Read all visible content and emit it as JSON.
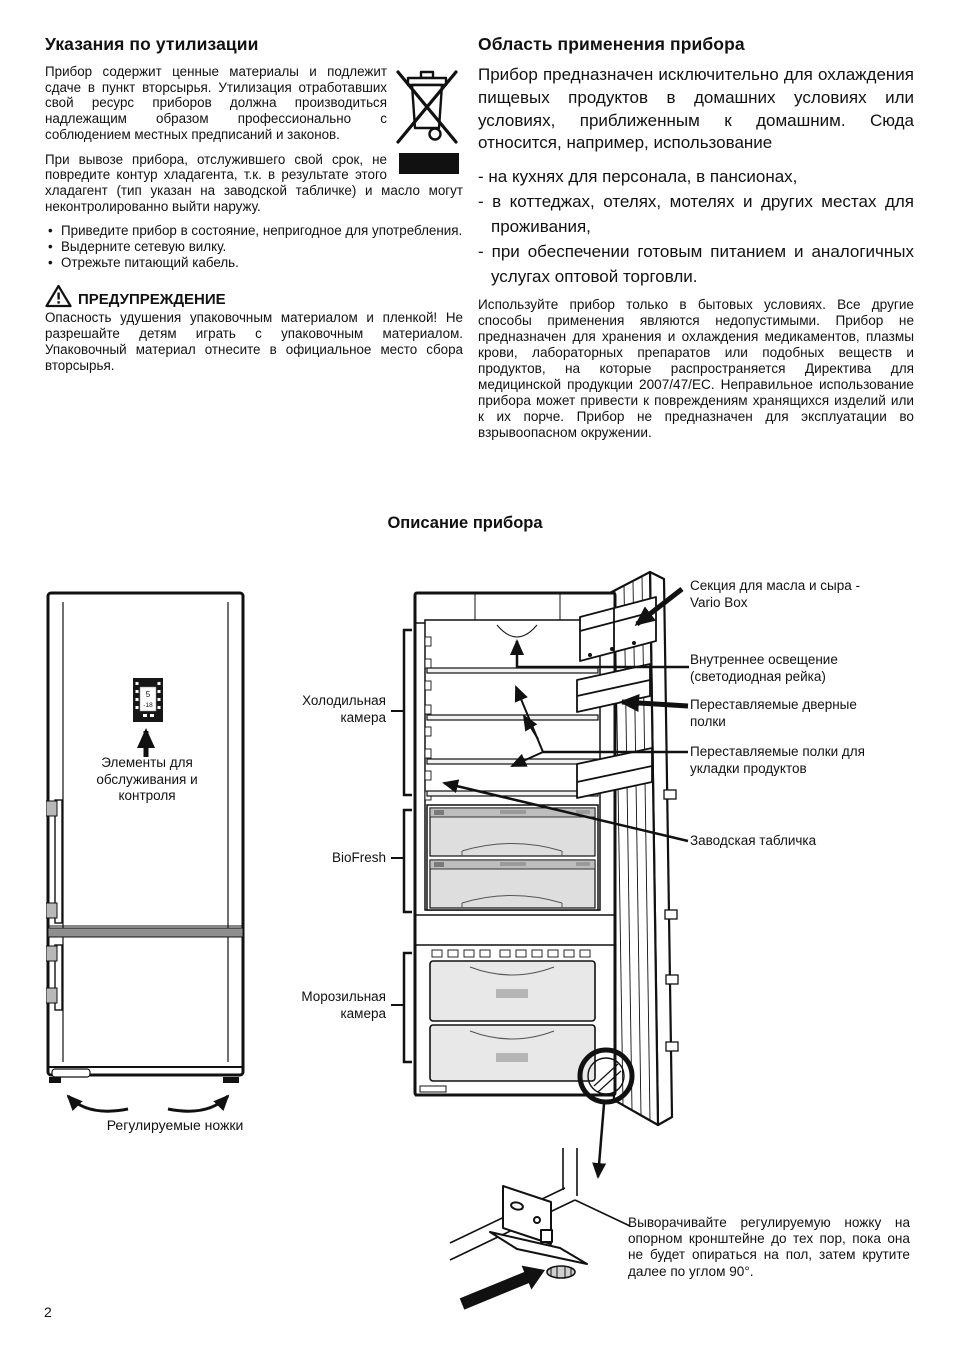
{
  "page": {
    "number": "2"
  },
  "left_column": {
    "heading": "Указания по утилизации",
    "p1": "Прибор содержит ценные материалы и подлежит сдаче в пункт вторсырья. Утилизация отработавших свой ресурс приборов должна производиться надлежащим образом профессионально с соблюдением местных предписаний и законов.",
    "p2": "При вывозе прибора, отслужившего свой срок, не повредите контур хладагента, т.к. в результате этого хладагент (тип указан на заводской табличке) и масло могут неконтролированно выйти наружу.",
    "bullets": [
      "Приведите прибор в состояние, непригодное для употребления.",
      "Выдерните сетевую вилку.",
      "Отрежьте питающий кабель."
    ],
    "warning_heading": "ПРЕДУПРЕЖДЕНИЕ",
    "warning_text": "Опасность удушения упаковочным материалом и пленкой! Не разрешайте детям играть с упаковочным материалом. Упаковочный материал отнесите в официальное место сбора вторсырья."
  },
  "right_column": {
    "heading": "Область применения прибора",
    "p1": "Прибор предназначен исключительно для охлаждения пищевых продуктов в домашних условиях или условиях, приближенным к домашним. Сюда относится, например, использование",
    "list": [
      "- на кухнях для персонала, в пансионах,",
      "- в коттеджах, отелях, мотелях и других местах для проживания,",
      "- при обеспечении готовым питанием и аналогичных услугах оптовой торговли."
    ],
    "p2": "Используйте прибор только в бытовых условиях. Все другие способы применения являются недопустимыми. Прибор не предназначен для хранения и охлаждения медикаментов, плазмы крови, лабораторных препаратов или подобных веществ и продуктов, на которые распространяется Директива для медицинской продукции 2007/47/EC. Неправильное использование прибора может привести к повреждениям хранящихся изделий или к их порче. Прибор не предназначен для эксплуатации во взрывоопасном окружении."
  },
  "diagram": {
    "title": "Описание прибора",
    "labels": {
      "vario_box": "Секция для масла и сыра - Vario Box",
      "interior_light": "Внутреннее освещение (светодиодная рейка)",
      "door_shelves": "Переставляемые дверные полки",
      "storage_shelves": "Переставляемые полки для укладки продуктов",
      "type_plate": "Заводская табличка",
      "fridge_compartment": "Холодильная камера",
      "biofresh": "BioFresh",
      "freezer_compartment": "Морозильная камера",
      "controls": "Элементы для обслуживания и контроля",
      "adjustable_feet": "Регулируемые ножки"
    },
    "control_panel": {
      "fridge_temp": "5",
      "freezer_temp": "-18"
    },
    "foot_note": "Выворачивайте регулируемую ножку на опорном кронштейне до тех пор, пока она не будет опираться на пол, затем крутите далее по углом 90°."
  }
}
